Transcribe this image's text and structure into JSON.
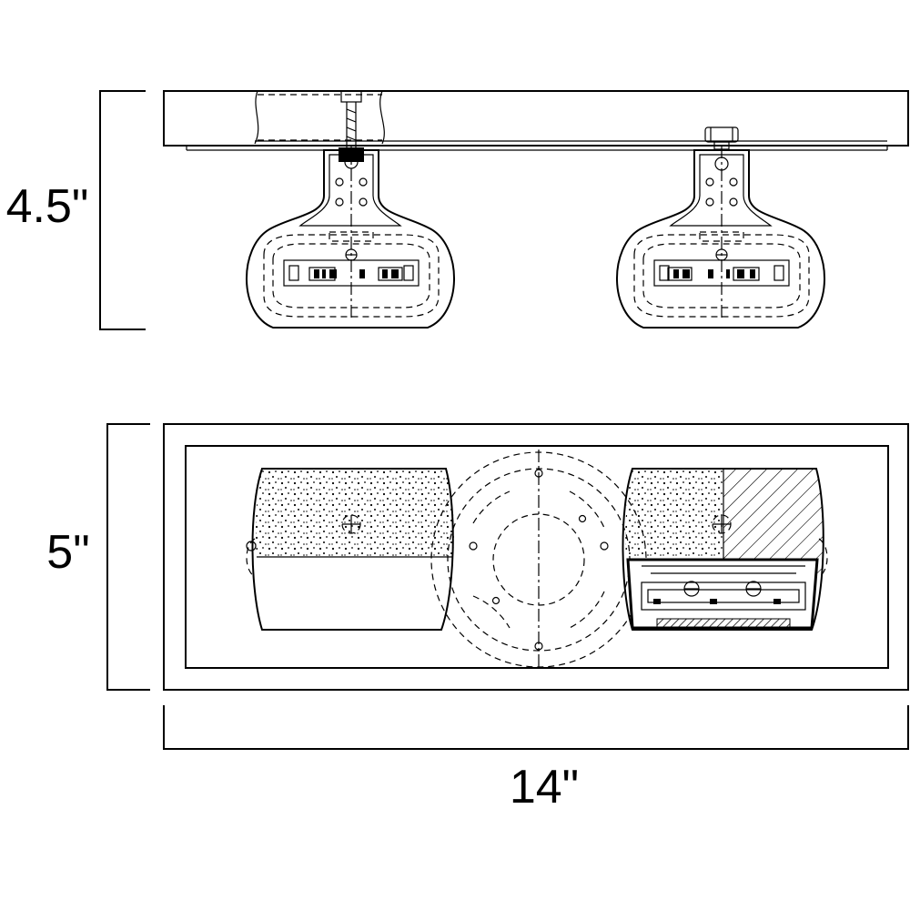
{
  "dimensions": {
    "height": "4.5\"",
    "depth": "5\"",
    "width": "14\""
  },
  "views": [
    "side-elevation",
    "top-plan"
  ],
  "colors": {
    "line": "#000000",
    "background": "#ffffff"
  }
}
